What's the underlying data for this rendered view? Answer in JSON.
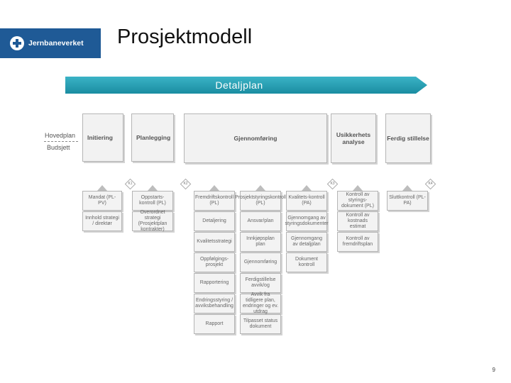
{
  "logo": {
    "text": "Jernbaneverket"
  },
  "title": "Prosjektmodell",
  "banner": "Detaljplan",
  "side": {
    "top": "Hovedplan",
    "bottom": "Budsjett"
  },
  "phases": [
    "Initiering",
    "Planlegging",
    "Gjennomføring",
    "Usikkerhets analyse",
    "Ferdig stillelse"
  ],
  "milestones": [
    "K1",
    "K2",
    "K3",
    "K4"
  ],
  "columns": [
    [
      "Mandat (PL-PV)",
      "Innhold strategi / direktør"
    ],
    [
      "Oppstarts-kontroll (PL)",
      "Overordnet strategi (Prosjektplan kontrakter)"
    ],
    [
      "Fremdriftskontroll (PL)",
      "Detaljering",
      "Kvalitetsstrategi",
      "Oppfølgings-prosjekt",
      "Rapportering",
      "Endringsstyring / avviksbehandling",
      "Rapport"
    ],
    [
      "Prosjektstyringskontroll (PL)",
      "Ansvar/plan",
      "Innkjøpsplan plan",
      "Gjennomføring",
      "Ferdigstillelse avvik/og",
      "Avvik fra tidligere plan, endringer og ev. utdrag",
      "Tilpasset status dokument"
    ],
    [
      "Kvalitets-kontroll (PA)",
      "Gjennomgang av styringsdokumenter",
      "Gjennomgang av detaljplan",
      "Dokument kontroll"
    ],
    [
      "Kontroll av styrings-dokument (PL)",
      "Kontroll av kostnads estimat",
      "Kontroll av fremdriftsplan"
    ],
    [
      "Sluttkontroll (PL-PA)"
    ]
  ],
  "page_number": "9"
}
